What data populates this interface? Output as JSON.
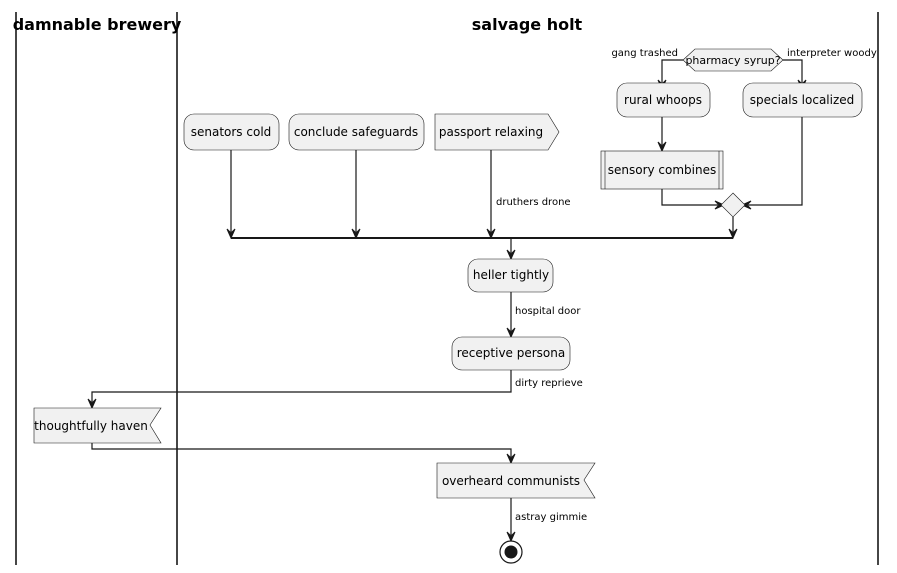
{
  "swimlanes": [
    {
      "title": "damnable brewery"
    },
    {
      "title": "salvage holt"
    }
  ],
  "nodes": {
    "senators_cold": "senators cold",
    "conclude_safeguards": "conclude safeguards",
    "passport_relaxing": "passport relaxing",
    "pharmacy_syrup": "pharmacy syrup?",
    "rural_whoops": "rural whoops",
    "specials_localized": "specials localized",
    "sensory_combines": "sensory combines",
    "heller_tightly": "heller tightly",
    "receptive_persona": "receptive persona",
    "thoughtfully_haven": "thoughtfully haven",
    "overheard_communists": "overheard communists"
  },
  "edge_labels": {
    "gang_trashed": "gang trashed",
    "interpreter_woody": "interpreter woody",
    "druthers_drone": "druthers drone",
    "hospital_door": "hospital door",
    "dirty_reprieve": "dirty reprieve",
    "astray_gimmie": "astray gimmie"
  }
}
